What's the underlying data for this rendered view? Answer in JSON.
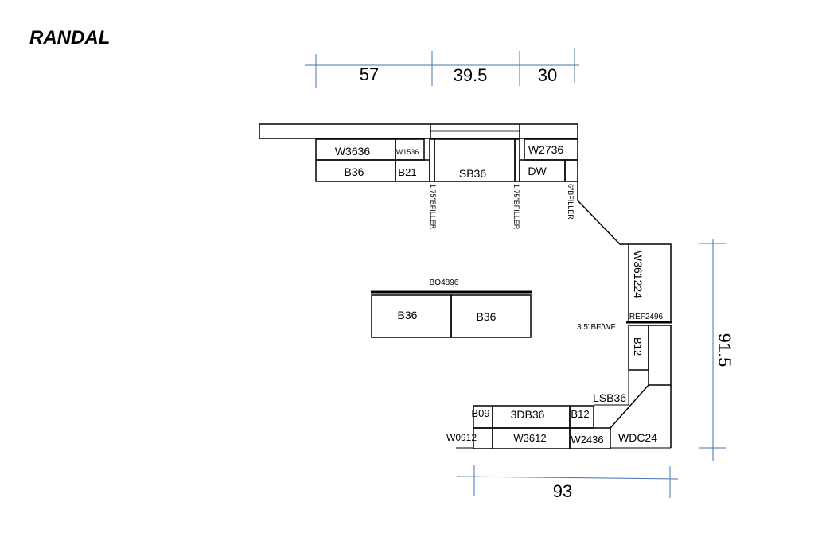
{
  "title": "RANDAL",
  "dimensions": {
    "top_1": "57",
    "top_2": "39.5",
    "top_3": "30",
    "right": "91.5",
    "bottom": "93"
  },
  "cabinets": {
    "w3636": "W3636",
    "w1536": "W1536",
    "w2736": "W2736",
    "b36_top": "B36",
    "b21": "B21",
    "sb36": "SB36",
    "dw": "DW",
    "filler_1": "1.75\"BFILLER",
    "filler_2": "1.75\"BFILLER",
    "filler_3": "6\"BFILLER",
    "w361224": "W361224",
    "ref2496": "REF2496",
    "bf_wf": "3.5\"BF/WF",
    "b12_right": "B12",
    "lsb36": "LSB36",
    "wdc24": "WDC24",
    "b09": "B09",
    "db36": "3DB36",
    "b12_bottom": "B12",
    "w0912": "W0912",
    "w3612": "W3612",
    "w2436": "W2436",
    "bo4896": "BO4896",
    "island_b36_left": "B36",
    "island_b36_right": "B36"
  },
  "colors": {
    "dimension_line": "#4a72b0",
    "outline": "#000000"
  }
}
